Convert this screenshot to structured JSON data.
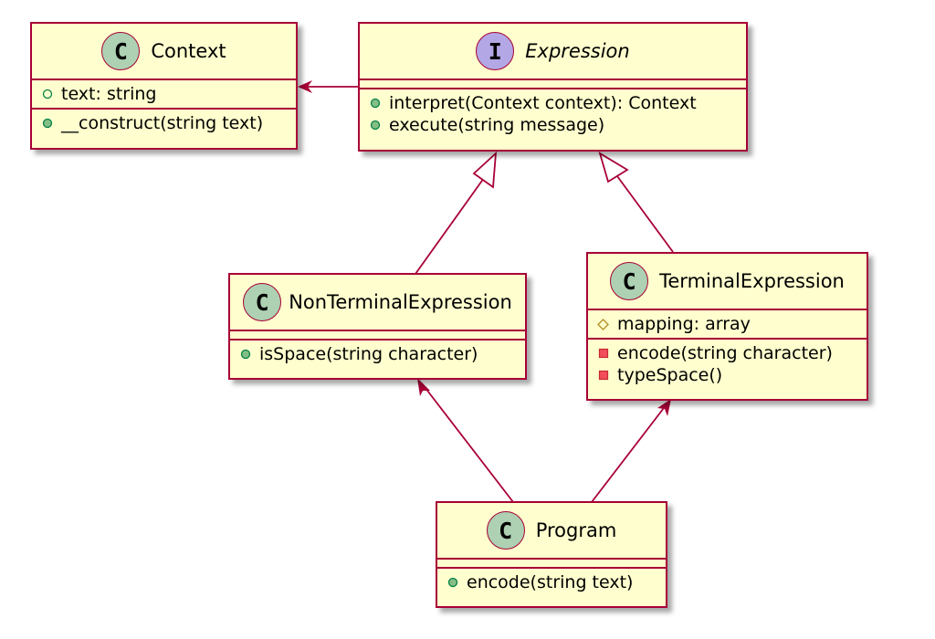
{
  "classes": {
    "context": {
      "stereotype": "C",
      "name": "Context",
      "fields": [
        {
          "visibility": "public-hollow",
          "text": "text: string"
        }
      ],
      "methods": [
        {
          "visibility": "public",
          "text": "__construct(string text)"
        }
      ]
    },
    "expression": {
      "stereotype": "I",
      "name": "Expression",
      "methods": [
        {
          "visibility": "public",
          "text": "interpret(Context context): Context"
        },
        {
          "visibility": "public",
          "text": "execute(string message)"
        }
      ]
    },
    "nonterminal": {
      "stereotype": "C",
      "name": "NonTerminalExpression",
      "methods": [
        {
          "visibility": "public",
          "text": "isSpace(string character)"
        }
      ]
    },
    "terminal": {
      "stereotype": "C",
      "name": "TerminalExpression",
      "fields": [
        {
          "visibility": "protected",
          "text": "mapping: array"
        }
      ],
      "methods": [
        {
          "visibility": "private",
          "text": "encode(string character)"
        },
        {
          "visibility": "private",
          "text": "typeSpace()"
        }
      ]
    },
    "program": {
      "stereotype": "C",
      "name": "Program",
      "methods": [
        {
          "visibility": "public",
          "text": "encode(string text)"
        }
      ]
    }
  },
  "colors": {
    "border": "#A80036",
    "fill": "#FEFECE",
    "class_badge": "#ADD1B2",
    "interface_badge": "#B4A7E5",
    "public": "#84BE84",
    "public_dark": "#038048",
    "private": "#F24D5C",
    "private_dark": "#C82930",
    "protected": "#B38D22"
  }
}
